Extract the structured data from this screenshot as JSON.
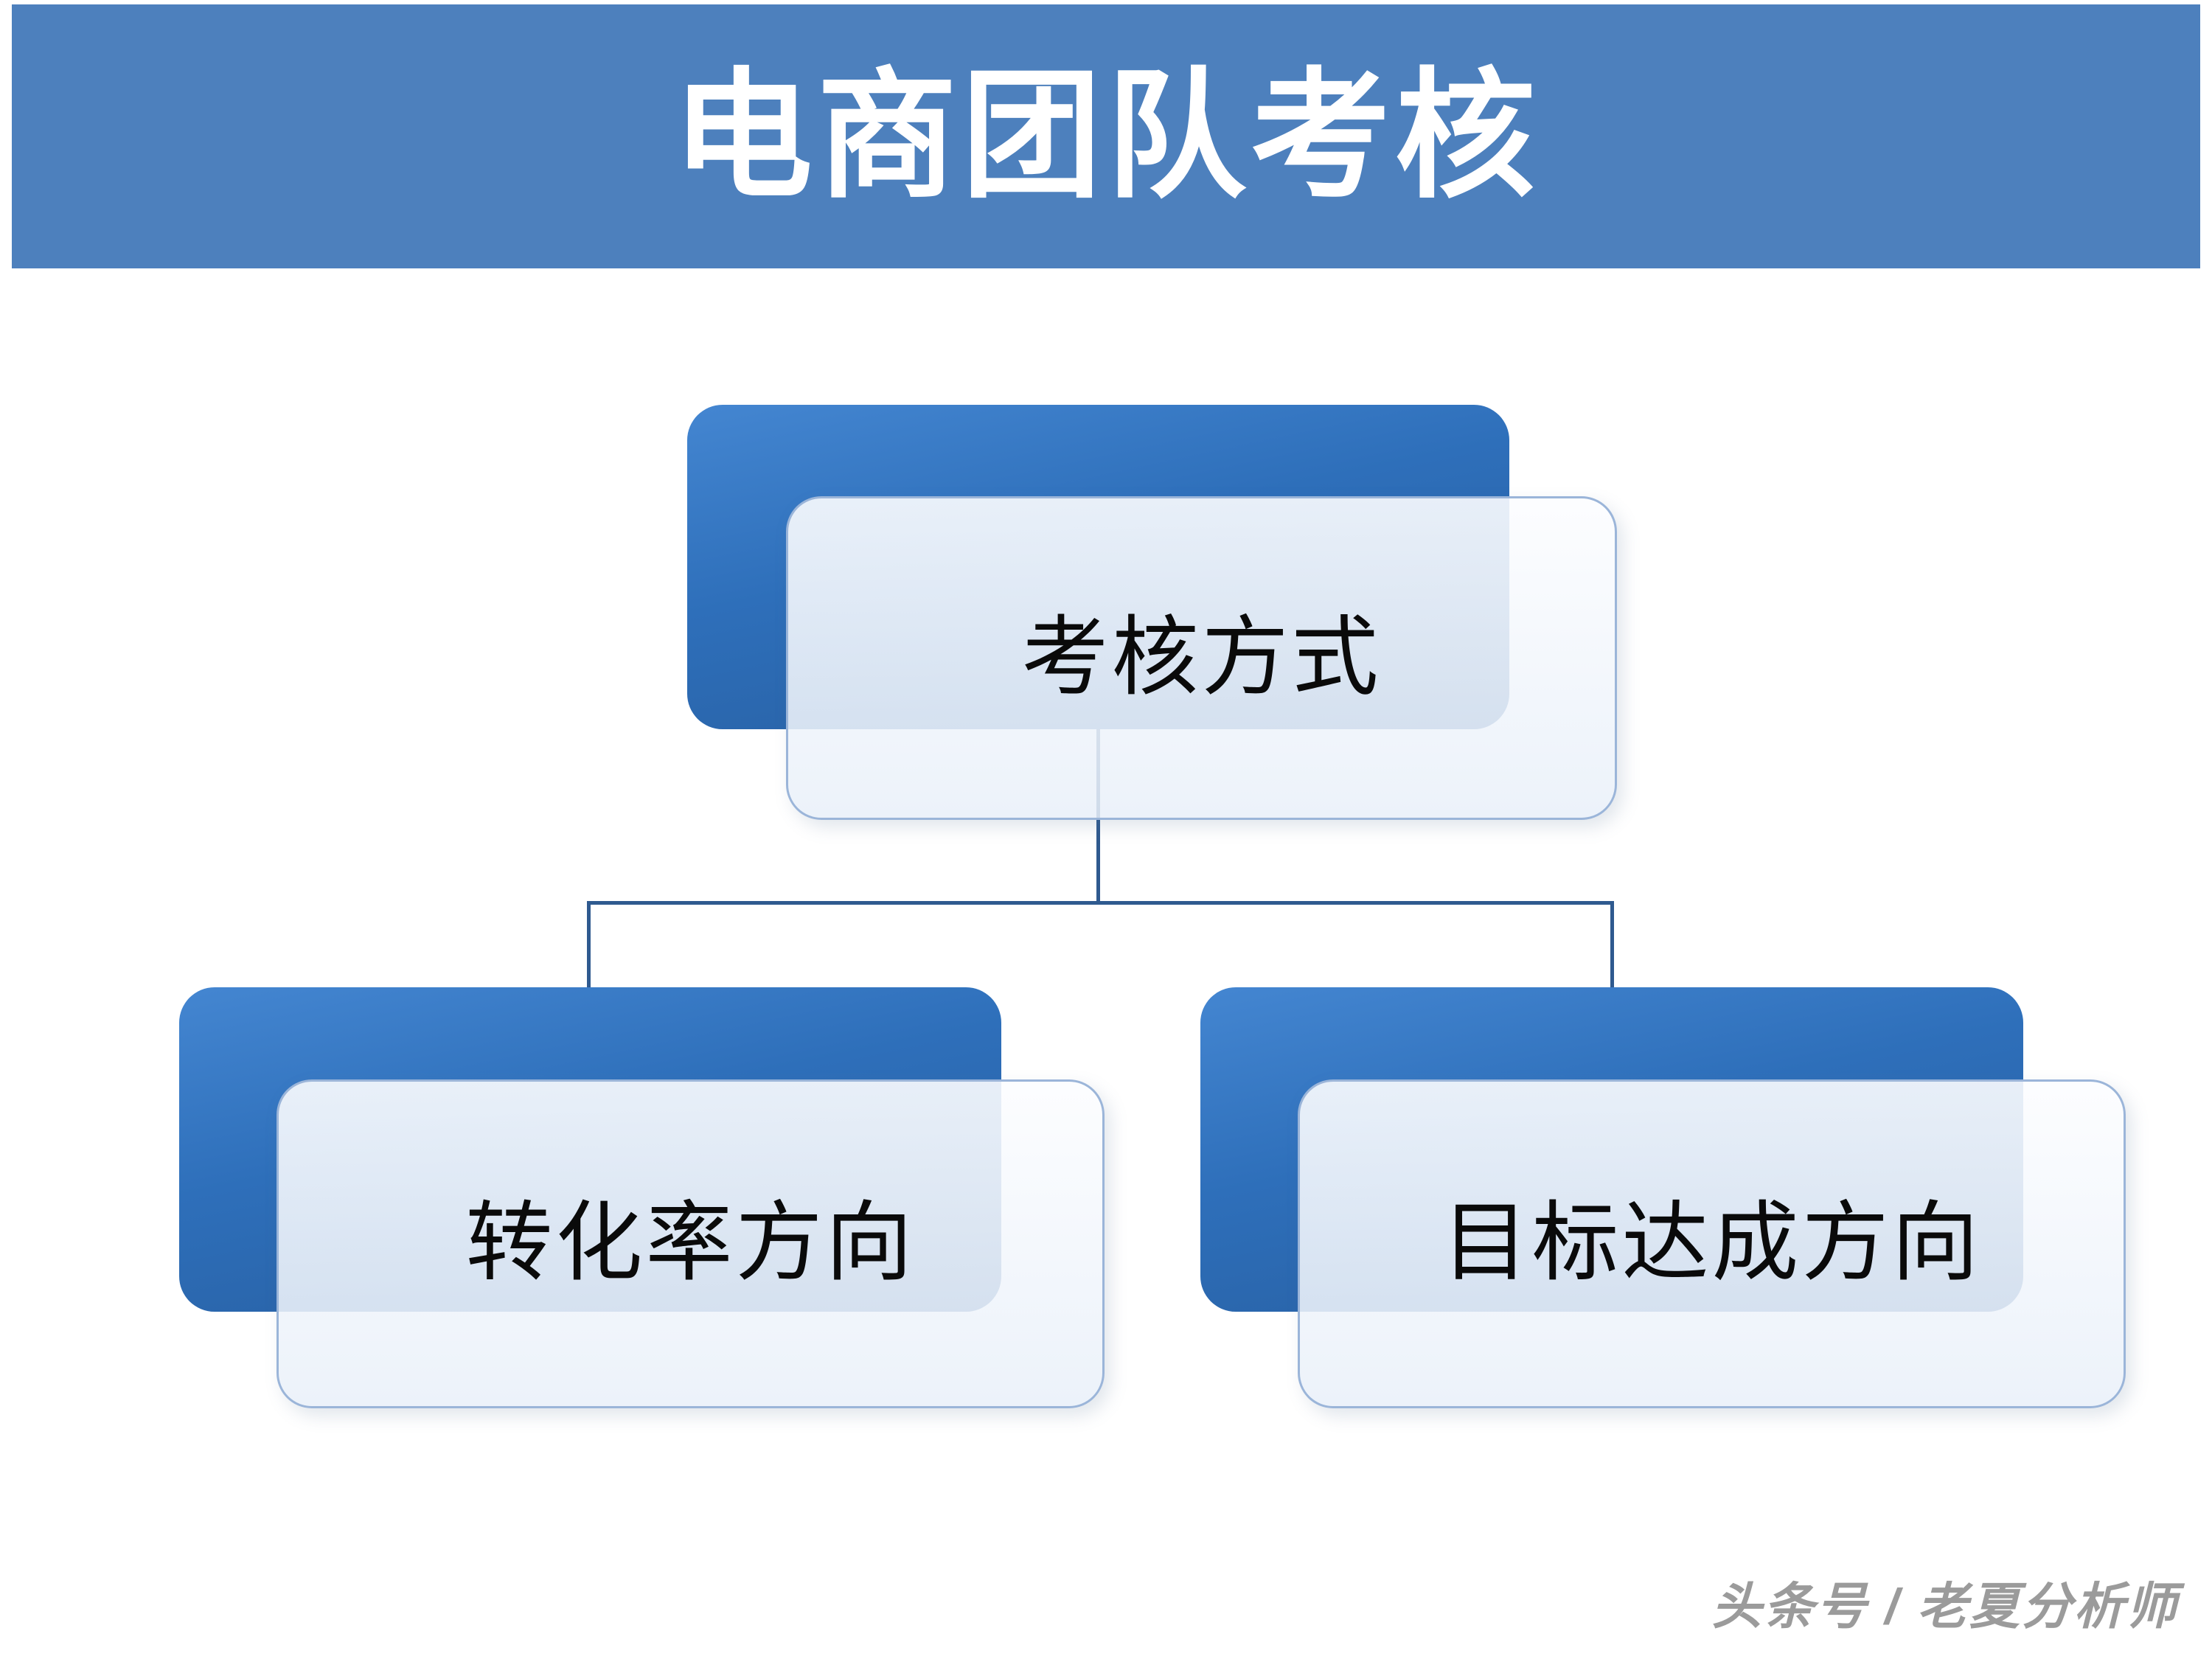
{
  "header": {
    "title": "电商团队考核"
  },
  "diagram": {
    "type": "org-chart",
    "root": {
      "label": "考核方式"
    },
    "children": [
      {
        "label": "转化率方向"
      },
      {
        "label": "目标达成方向"
      }
    ]
  },
  "watermark": {
    "text": "头条号 / 老夏分析师"
  },
  "colors": {
    "header_bg": "#4d80bd",
    "node_accent": "#2e6fba",
    "node_card_bg": "#f2f6fb",
    "node_card_border": "#9bb5d9",
    "connector": "#2f5a8f",
    "title_text": "#ffffff",
    "node_text": "#0a0a0a",
    "watermark_text": "#9b9b9b"
  }
}
